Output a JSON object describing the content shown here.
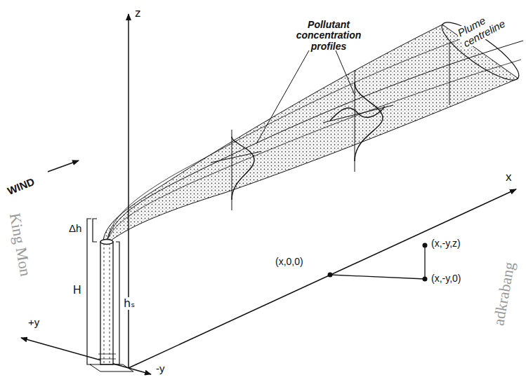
{
  "diagram": {
    "labels": [
      "Plume centreline",
      "Pollutant concentration profiles",
      "z",
      "x",
      "WIND",
      "Δh",
      "(x,0,0)",
      "(x,-y,z)",
      "(x,-y,0)",
      "H",
      "hₛ",
      "+y",
      "-y",
      "King Mon",
      "adkrabang"
    ]
  }
}
